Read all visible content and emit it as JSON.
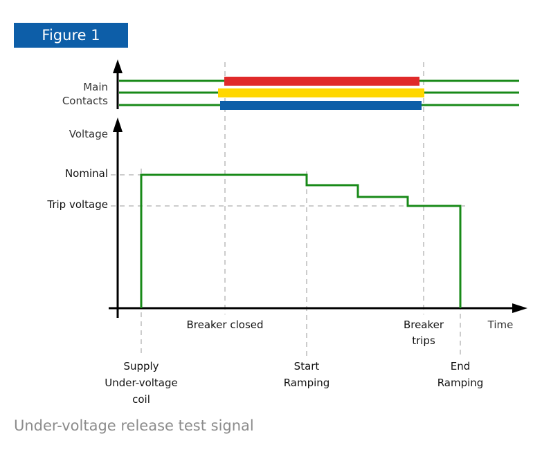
{
  "header": {
    "figure_label": "Figure 1"
  },
  "caption": "Under-voltage release test signal",
  "colors": {
    "badge": "#0d5ea8",
    "signal_green": "#188a18",
    "phase_red": "#e02a2a",
    "phase_yellow": "#ffd700",
    "phase_blue": "#0d5ea8",
    "axis": "#000000",
    "guide": "#cccccc"
  },
  "chart_data": {
    "type": "line",
    "x_axis_label": "Time",
    "y_axis_label": "Voltage",
    "contacts_label": [
      "Main",
      "Contacts"
    ],
    "y_levels": {
      "nominal": "Nominal",
      "trip": "Trip voltage"
    },
    "events": {
      "supply": [
        "Supply",
        "Under-voltage",
        "coil"
      ],
      "breaker_closed": [
        "Breaker closed"
      ],
      "start_ramping": [
        "Start",
        "Ramping"
      ],
      "breaker_trips": [
        "Breaker",
        "trips"
      ],
      "end_ramping": [
        "End",
        "Ramping"
      ]
    },
    "contacts_closed_interval": [
      "breaker_closed",
      "breaker_trips"
    ],
    "voltage_profile": [
      "zero",
      "nominal at supply",
      "nominal until start_ramping",
      "three step decreases",
      "trip voltage reached",
      "zero at end_ramping"
    ]
  }
}
